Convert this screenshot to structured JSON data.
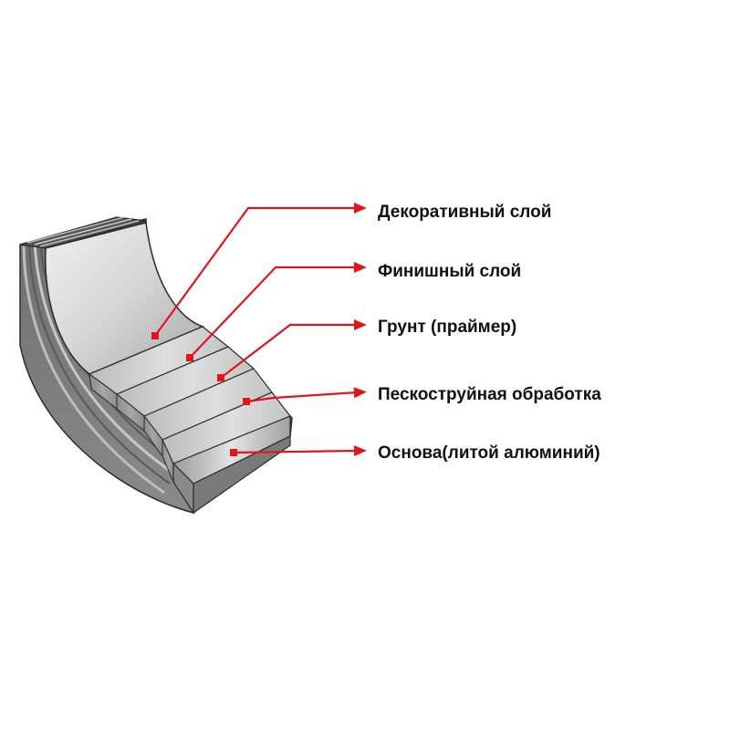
{
  "layers": [
    {
      "label": "Декоративный слой"
    },
    {
      "label": "Финишный слой"
    },
    {
      "label": "Грунт (праймер)"
    },
    {
      "label": "Пескоструйная обработка"
    },
    {
      "label": "Основа(литой алюминий)"
    }
  ],
  "colors": {
    "callout": "#e0161c",
    "text": "#111111",
    "outline": "#2a2a2a",
    "layer_top": "#d0d0d0",
    "layer_front": "#9a9a9a",
    "layer_dark": "#4a4a4a",
    "background": "#ffffff"
  }
}
